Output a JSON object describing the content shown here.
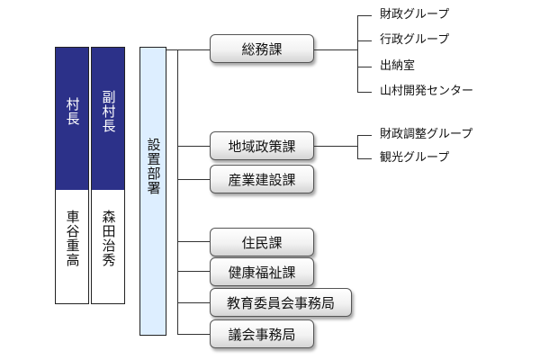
{
  "leaders": [
    {
      "title": "村長",
      "name": "車谷重高"
    },
    {
      "title": "副村長",
      "name": "森田治秀"
    }
  ],
  "department": "設置部署",
  "sections": [
    {
      "label": "総務課",
      "groups": [
        "財政グループ",
        "行政グループ",
        "出納室",
        "山村開発センター"
      ]
    },
    {
      "label": "地域政策課",
      "groups": [
        "財政調整グループ",
        "観光グループ"
      ]
    },
    {
      "label": "産業建設課",
      "groups": []
    },
    {
      "label": "住民課",
      "groups": []
    },
    {
      "label": "健康福祉課",
      "groups": []
    },
    {
      "label": "教育委員会事務局",
      "groups": []
    },
    {
      "label": "議会事務局",
      "groups": []
    }
  ]
}
